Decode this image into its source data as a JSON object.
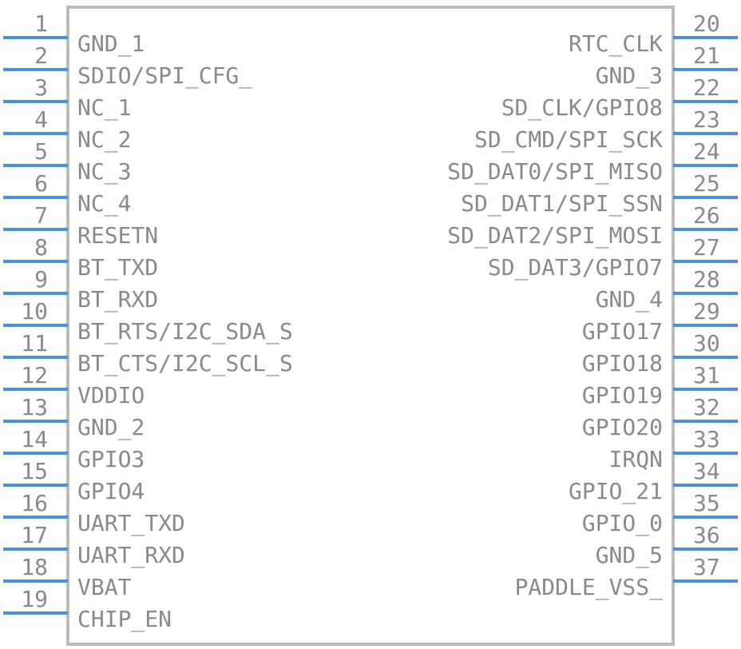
{
  "diagram": {
    "component_name": "",
    "left_pins": [
      {
        "number": "1",
        "name": "GND_1"
      },
      {
        "number": "2",
        "name": "SDIO/SPI_CFG_"
      },
      {
        "number": "3",
        "name": "NC_1"
      },
      {
        "number": "4",
        "name": "NC_2"
      },
      {
        "number": "5",
        "name": "NC_3"
      },
      {
        "number": "6",
        "name": "NC_4"
      },
      {
        "number": "7",
        "name": "RESETN"
      },
      {
        "number": "8",
        "name": "BT_TXD"
      },
      {
        "number": "9",
        "name": "BT_RXD"
      },
      {
        "number": "10",
        "name": "BT_RTS/I2C_SDA_S"
      },
      {
        "number": "11",
        "name": "BT_CTS/I2C_SCL_S"
      },
      {
        "number": "12",
        "name": "VDDIO"
      },
      {
        "number": "13",
        "name": "GND_2"
      },
      {
        "number": "14",
        "name": "GPIO3"
      },
      {
        "number": "15",
        "name": "GPIO4"
      },
      {
        "number": "16",
        "name": "UART_TXD"
      },
      {
        "number": "17",
        "name": "UART_RXD"
      },
      {
        "number": "18",
        "name": "VBAT"
      },
      {
        "number": "19",
        "name": "CHIP_EN"
      }
    ],
    "right_pins": [
      {
        "number": "20",
        "name": "RTC_CLK"
      },
      {
        "number": "21",
        "name": "GND_3"
      },
      {
        "number": "22",
        "name": "SD_CLK/GPIO8"
      },
      {
        "number": "23",
        "name": "SD_CMD/SPI_SCK"
      },
      {
        "number": "24",
        "name": "SD_DAT0/SPI_MISO"
      },
      {
        "number": "25",
        "name": "SD_DAT1/SPI_SSN"
      },
      {
        "number": "26",
        "name": "SD_DAT2/SPI_MOSI"
      },
      {
        "number": "27",
        "name": "SD_DAT3/GPIO7"
      },
      {
        "number": "28",
        "name": "GND_4"
      },
      {
        "number": "29",
        "name": "GPIO17"
      },
      {
        "number": "30",
        "name": "GPIO18"
      },
      {
        "number": "31",
        "name": "GPIO19"
      },
      {
        "number": "32",
        "name": "GPIO20"
      },
      {
        "number": "33",
        "name": "IRQN"
      },
      {
        "number": "34",
        "name": "GPIO_21"
      },
      {
        "number": "35",
        "name": "GPIO_0"
      },
      {
        "number": "36",
        "name": "GND_5"
      },
      {
        "number": "37",
        "name": "PADDLE_VSS_"
      }
    ],
    "colors": {
      "pin_line": "#4a90e2",
      "outline": "#bdbdbd",
      "text": "#8a8a8a"
    }
  }
}
